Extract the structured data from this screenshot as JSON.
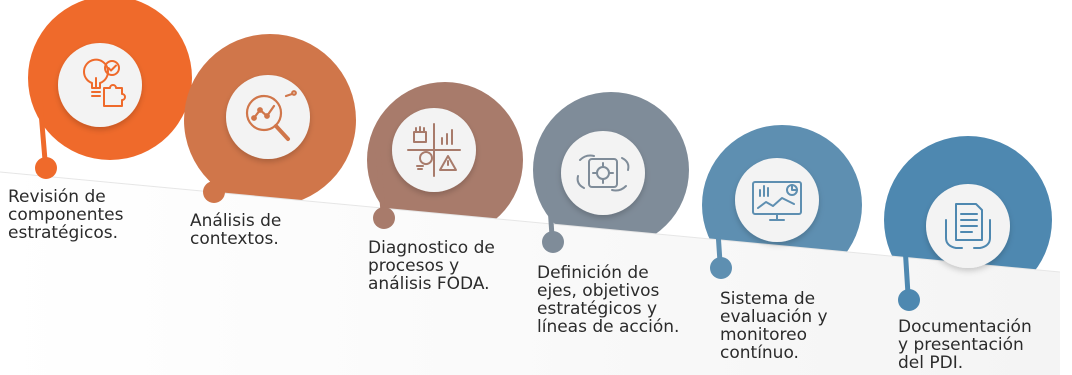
{
  "steps": [
    {
      "id": "revision",
      "label_lines": [
        "Revisión de",
        "componentes",
        "estratégicos."
      ],
      "color": "#ef6a2b",
      "icon": "lightbulb-puzzle-check-icon"
    },
    {
      "id": "contextos",
      "label_lines": [
        "Análisis de",
        "contextos."
      ],
      "color": "#d0764a",
      "icon": "magnifier-chart-icon"
    },
    {
      "id": "diagnostico",
      "label_lines": [
        "Diagnostico de",
        "procesos y",
        "análisis FODA."
      ],
      "color": "#a87b6b",
      "icon": "swot-quadrant-icon"
    },
    {
      "id": "definicion",
      "label_lines": [
        "Definición de",
        "ejes, objetivos",
        "estratégicos y",
        "líneas de acción."
      ],
      "color": "#7f8c99",
      "icon": "hands-puzzle-target-icon"
    },
    {
      "id": "sistema",
      "label_lines": [
        "Sistema de",
        "evaluación y",
        "monitoreo",
        "contínuo."
      ],
      "color": "#5e8fb1",
      "icon": "monitor-dashboard-icon"
    },
    {
      "id": "documentacion",
      "label_lines": [
        "Documentación",
        "y presentación",
        "del PDI."
      ],
      "color": "#4e88b0",
      "icon": "hands-document-icon"
    }
  ]
}
